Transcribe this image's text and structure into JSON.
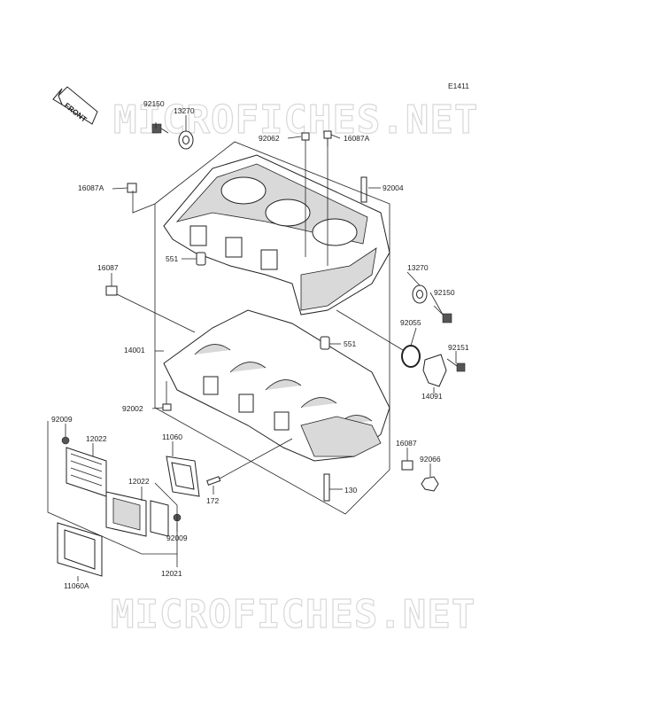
{
  "diagram_code": "E1411",
  "watermark": "MICROFICHES.NET",
  "front_tag": "FRONT",
  "labels": {
    "p92150_top": "92150",
    "p13270_top": "13270",
    "p92062": "92062",
    "p16087A_top": "16087A",
    "p16087A_left": "16087A",
    "p92004": "92004",
    "p551_upper": "551",
    "p13270_right": "13270",
    "p16087_left": "16087",
    "p92150_right": "92150",
    "p92055": "92055",
    "p551_lower": "551",
    "p92151": "92151",
    "p14001": "14001",
    "p14091": "14091",
    "p92002": "92002",
    "p92009_top": "92009",
    "p11060": "11060",
    "p12022_top": "12022",
    "p16087_right": "16087",
    "p92066": "92066",
    "p12022_mid": "12022",
    "p172": "172",
    "p130": "130",
    "p92009_bottom": "92009",
    "p12021": "12021",
    "p11060A": "11060A"
  }
}
